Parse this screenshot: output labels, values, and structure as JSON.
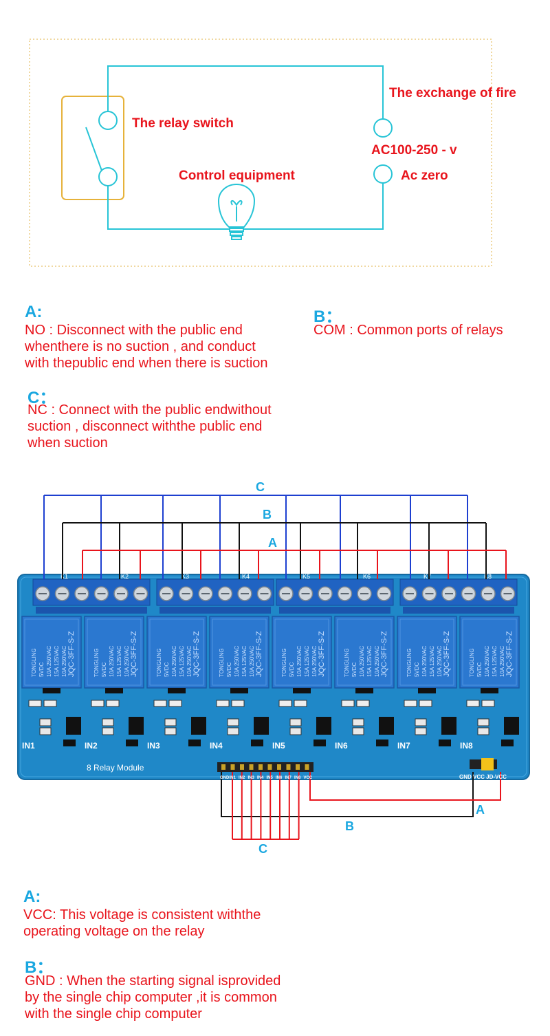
{
  "circuit": {
    "relay_switch_label": "The relay switch",
    "exchange_label": "The exchange of fire",
    "voltage_label": "AC100-250 - v",
    "zero_label": "Ac zero",
    "control_label": "Control equipment"
  },
  "top_notes": {
    "a": {
      "heading": "A:",
      "lines": [
        "NO : Disconnect with the public end",
        "whenthere is no suction , and conduct",
        "with thepublic end when there is suction"
      ]
    },
    "b": {
      "heading": "B：",
      "lines": [
        "COM : Common ports of relays"
      ]
    },
    "c": {
      "heading": "C：",
      "lines": [
        "NC : Connect with the public endwithout",
        "suction , disconnect withthe public end",
        "when suction"
      ]
    }
  },
  "module": {
    "wire_labels": {
      "c": "C",
      "b": "B",
      "a": "A"
    },
    "bottom_wire_labels": {
      "a": "A",
      "b": "B",
      "c": "C"
    },
    "board_title": "8 Relay Module",
    "terminal_labels": [
      "K1",
      "K2",
      "K3",
      "K4",
      "K5",
      "K6",
      "K7",
      "K8"
    ],
    "relay": {
      "brand": "TONGLING",
      "voltage": "5VDC",
      "rating1": "10A 250VAC",
      "rating2": "15A 125VAC",
      "rating3": "10A 250VAC",
      "model": "JQC-3FF-S-Z"
    },
    "inputs": [
      "IN1",
      "IN2",
      "IN3",
      "IN4",
      "IN5",
      "IN6",
      "IN7",
      "IN8"
    ],
    "header_pins": [
      "GND",
      "IN1",
      "IN2",
      "IN3",
      "IN4",
      "IN5",
      "IN6",
      "IN7",
      "IN8",
      "VCC"
    ],
    "right_pins": "GND VCC JD-VCC"
  },
  "bottom_notes": {
    "a": {
      "heading": "A:",
      "lines": [
        "VCC: This voltage is consistent withthe",
        "operating voltage on the relay"
      ]
    },
    "b": {
      "heading": "B：",
      "lines": [
        "GND : When the starting signal isprovided",
        "by the single chip computer ,it is common",
        "with the single chip computer"
      ]
    }
  },
  "colors": {
    "cyan": "#27c4d6",
    "red": "#e8141c",
    "blue_heading": "#1aa7e0",
    "wire_blue": "#1d3fd0",
    "board": "#1f88c8",
    "relay": "#2b78d0",
    "terminal": "#2063c2"
  }
}
